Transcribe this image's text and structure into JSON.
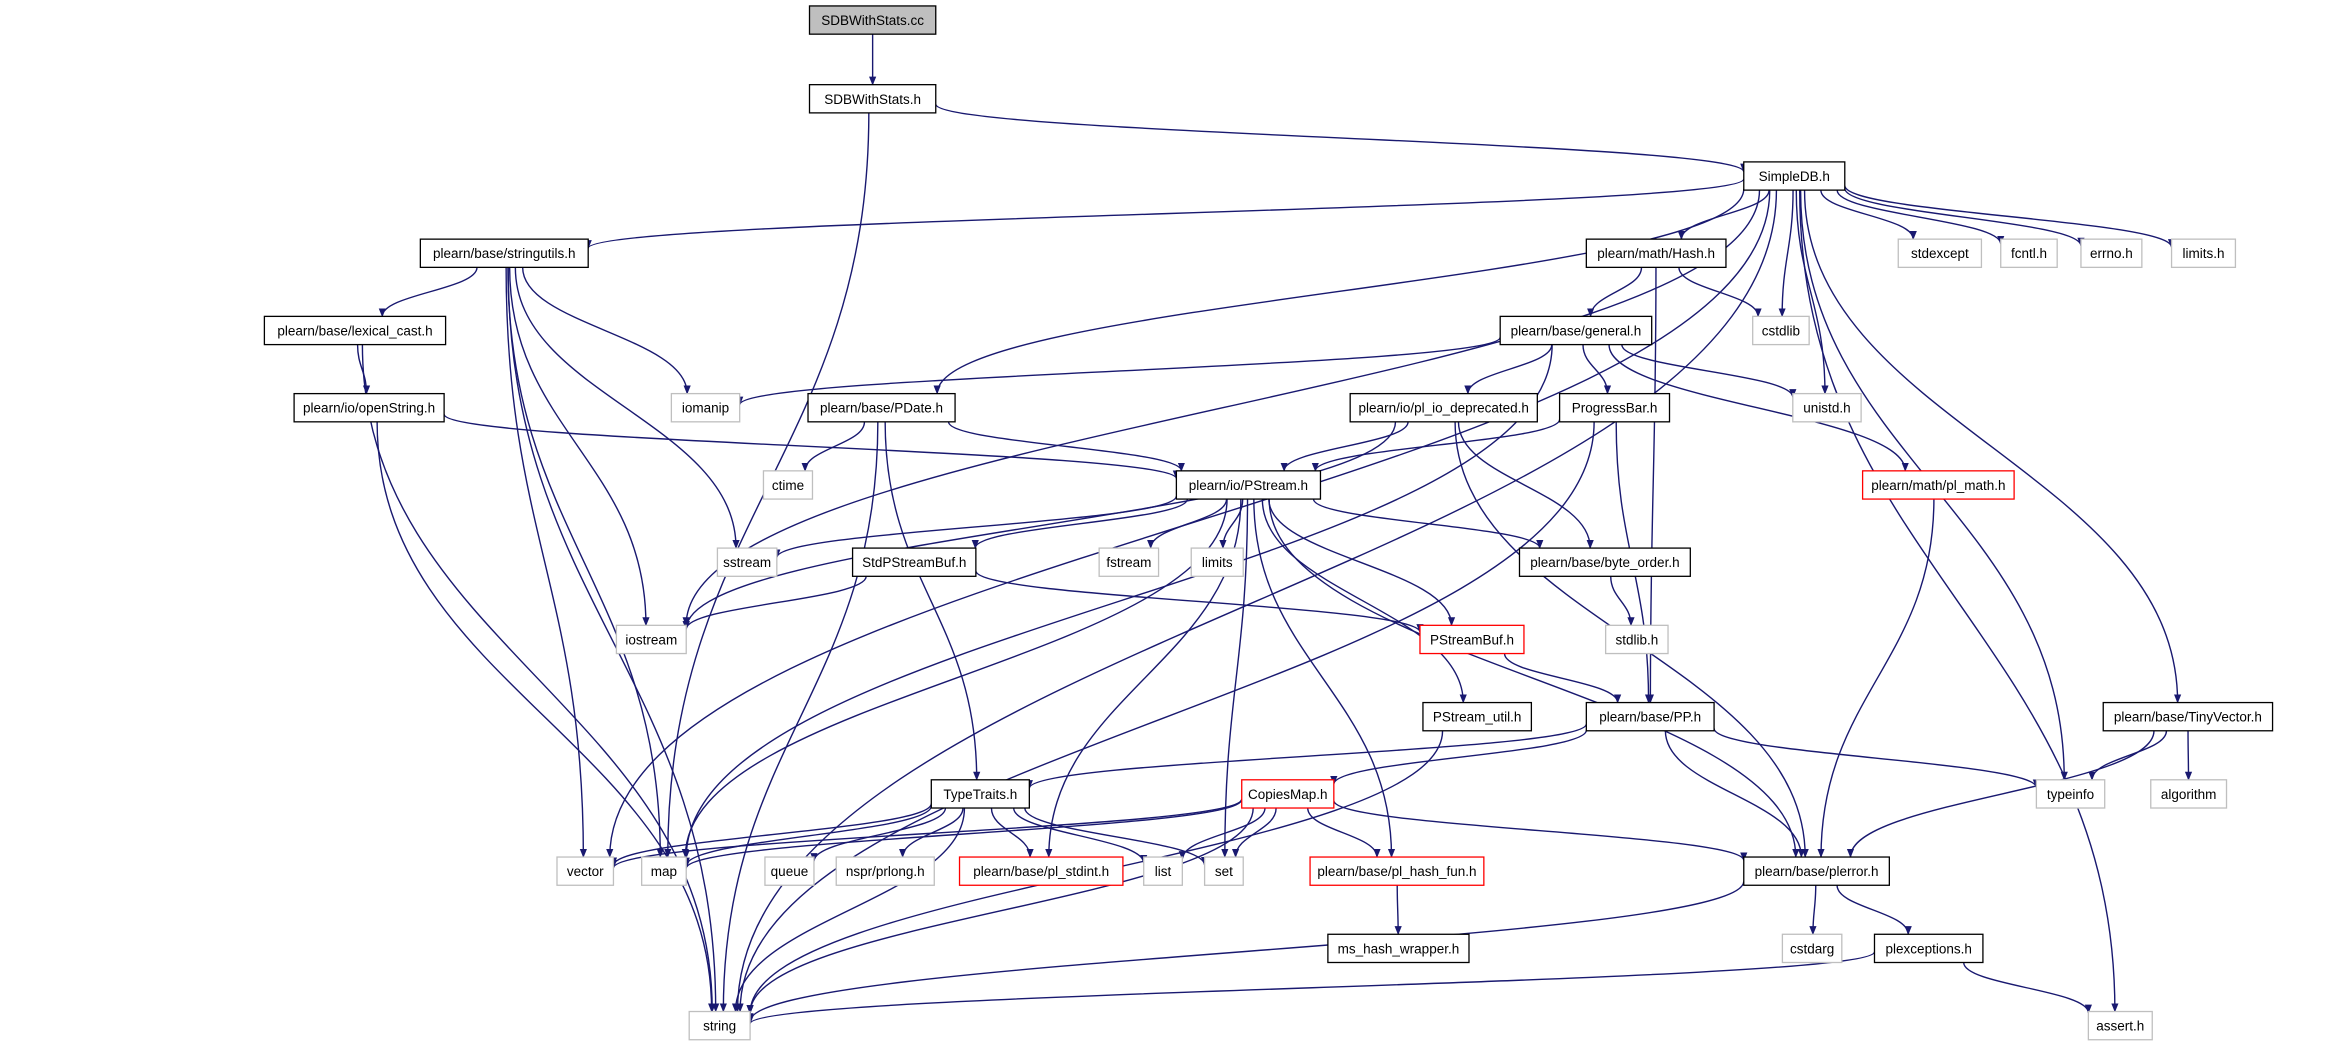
{
  "colors": {
    "edge": "#191970",
    "border_local": "#000000",
    "border_system": "#bfbfbf",
    "border_truncated": "#ff0000",
    "root_fill": "#bfbfbf",
    "node_fill": "#ffffff"
  },
  "nodes": [
    {
      "id": "sdbwithstats_cc",
      "label": "SDBWithStats.cc",
      "kind": "root"
    },
    {
      "id": "sdbwithstats_h",
      "label": "SDBWithStats.h",
      "kind": "local"
    },
    {
      "id": "simpledb_h",
      "label": "SimpleDB.h",
      "kind": "local"
    },
    {
      "id": "stringutils_h",
      "label": "plearn/base/stringutils.h",
      "kind": "local"
    },
    {
      "id": "lexical_cast_h",
      "label": "plearn/base/lexical_cast.h",
      "kind": "local"
    },
    {
      "id": "openstring_h",
      "label": "plearn/io/openString.h",
      "kind": "local"
    },
    {
      "id": "hash_h",
      "label": "plearn/math/Hash.h",
      "kind": "local"
    },
    {
      "id": "general_h",
      "label": "plearn/base/general.h",
      "kind": "local"
    },
    {
      "id": "pdate_h",
      "label": "plearn/base/PDate.h",
      "kind": "local"
    },
    {
      "id": "pl_io_deprecated_h",
      "label": "plearn/io/pl_io_deprecated.h",
      "kind": "local"
    },
    {
      "id": "progressbar_h",
      "label": "ProgressBar.h",
      "kind": "local"
    },
    {
      "id": "pl_math_h",
      "label": "plearn/math/pl_math.h",
      "kind": "truncated"
    },
    {
      "id": "pstream_h",
      "label": "plearn/io/PStream.h",
      "kind": "local"
    },
    {
      "id": "stdpstreambuf_h",
      "label": "StdPStreamBuf.h",
      "kind": "local"
    },
    {
      "id": "byte_order_h",
      "label": "plearn/base/byte_order.h",
      "kind": "local"
    },
    {
      "id": "pstreambuf_h",
      "label": "PStreamBuf.h",
      "kind": "truncated"
    },
    {
      "id": "pstream_util_h",
      "label": "PStream_util.h",
      "kind": "local"
    },
    {
      "id": "pp_h",
      "label": "plearn/base/PP.h",
      "kind": "local"
    },
    {
      "id": "tinyvector_h",
      "label": "plearn/base/TinyVector.h",
      "kind": "local"
    },
    {
      "id": "typetraits_h",
      "label": "TypeTraits.h",
      "kind": "local"
    },
    {
      "id": "copiesmap_h",
      "label": "CopiesMap.h",
      "kind": "truncated"
    },
    {
      "id": "pl_stdint_h",
      "label": "plearn/base/pl_stdint.h",
      "kind": "truncated"
    },
    {
      "id": "pl_hash_fun_h",
      "label": "plearn/base/pl_hash_fun.h",
      "kind": "truncated"
    },
    {
      "id": "ms_hash_wrapper_h",
      "label": "ms_hash_wrapper.h",
      "kind": "local"
    },
    {
      "id": "plerror_h",
      "label": "plearn/base/plerror.h",
      "kind": "local"
    },
    {
      "id": "plexceptions_h",
      "label": "plexceptions.h",
      "kind": "local"
    },
    {
      "id": "stdexcept",
      "label": "stdexcept",
      "kind": "system"
    },
    {
      "id": "fcntl_h",
      "label": "fcntl.h",
      "kind": "system"
    },
    {
      "id": "errno_h",
      "label": "errno.h",
      "kind": "system"
    },
    {
      "id": "limits_h",
      "label": "limits.h",
      "kind": "system"
    },
    {
      "id": "cstdlib",
      "label": "cstdlib",
      "kind": "system"
    },
    {
      "id": "iomanip",
      "label": "iomanip",
      "kind": "system"
    },
    {
      "id": "unistd_h",
      "label": "unistd.h",
      "kind": "system"
    },
    {
      "id": "ctime",
      "label": "ctime",
      "kind": "system"
    },
    {
      "id": "sstream",
      "label": "sstream",
      "kind": "system"
    },
    {
      "id": "fstream",
      "label": "fstream",
      "kind": "system"
    },
    {
      "id": "limits",
      "label": "limits",
      "kind": "system"
    },
    {
      "id": "iostream",
      "label": "iostream",
      "kind": "system"
    },
    {
      "id": "stdlib_h",
      "label": "stdlib.h",
      "kind": "system"
    },
    {
      "id": "typeinfo",
      "label": "typeinfo",
      "kind": "system"
    },
    {
      "id": "algorithm",
      "label": "algorithm",
      "kind": "system"
    },
    {
      "id": "vector",
      "label": "vector",
      "kind": "system"
    },
    {
      "id": "map",
      "label": "map",
      "kind": "system"
    },
    {
      "id": "queue",
      "label": "queue",
      "kind": "system"
    },
    {
      "id": "nspr_prlong_h",
      "label": "nspr/prlong.h",
      "kind": "system"
    },
    {
      "id": "list",
      "label": "list",
      "kind": "system"
    },
    {
      "id": "set",
      "label": "set",
      "kind": "system"
    },
    {
      "id": "cstdarg",
      "label": "cstdarg",
      "kind": "system"
    },
    {
      "id": "string",
      "label": "string",
      "kind": "system"
    },
    {
      "id": "assert_h",
      "label": "assert.h",
      "kind": "system"
    }
  ],
  "edges": [
    [
      "sdbwithstats_cc",
      "sdbwithstats_h"
    ],
    [
      "sdbwithstats_h",
      "simpledb_h"
    ],
    [
      "sdbwithstats_h",
      "map"
    ],
    [
      "simpledb_h",
      "stringutils_h"
    ],
    [
      "simpledb_h",
      "hash_h"
    ],
    [
      "simpledb_h",
      "pdate_h"
    ],
    [
      "simpledb_h",
      "iostream"
    ],
    [
      "simpledb_h",
      "string"
    ],
    [
      "simpledb_h",
      "vector"
    ],
    [
      "simpledb_h",
      "stdexcept"
    ],
    [
      "simpledb_h",
      "fcntl_h"
    ],
    [
      "simpledb_h",
      "errno_h"
    ],
    [
      "simpledb_h",
      "limits_h"
    ],
    [
      "simpledb_h",
      "cstdlib"
    ],
    [
      "simpledb_h",
      "unistd_h"
    ],
    [
      "simpledb_h",
      "typeinfo"
    ],
    [
      "simpledb_h",
      "tinyvector_h"
    ],
    [
      "simpledb_h",
      "assert_h"
    ],
    [
      "stringutils_h",
      "lexical_cast_h"
    ],
    [
      "stringutils_h",
      "iomanip"
    ],
    [
      "stringutils_h",
      "sstream"
    ],
    [
      "stringutils_h",
      "iostream"
    ],
    [
      "stringutils_h",
      "map"
    ],
    [
      "stringutils_h",
      "vector"
    ],
    [
      "stringutils_h",
      "string"
    ],
    [
      "lexical_cast_h",
      "openstring_h"
    ],
    [
      "lexical_cast_h",
      "string"
    ],
    [
      "openstring_h",
      "pstream_h"
    ],
    [
      "openstring_h",
      "string"
    ],
    [
      "hash_h",
      "general_h"
    ],
    [
      "hash_h",
      "cstdlib"
    ],
    [
      "hash_h",
      "pp_h"
    ],
    [
      "general_h",
      "iomanip"
    ],
    [
      "general_h",
      "map"
    ],
    [
      "general_h",
      "pl_io_deprecated_h"
    ],
    [
      "general_h",
      "progressbar_h"
    ],
    [
      "general_h",
      "unistd_h"
    ],
    [
      "general_h",
      "pl_math_h"
    ],
    [
      "pdate_h",
      "ctime"
    ],
    [
      "pdate_h",
      "pstream_h"
    ],
    [
      "pdate_h",
      "typetraits_h"
    ],
    [
      "pdate_h",
      "string"
    ],
    [
      "pl_io_deprecated_h",
      "pstream_h"
    ],
    [
      "pl_io_deprecated_h",
      "iostream"
    ],
    [
      "pl_io_deprecated_h",
      "byte_order_h"
    ],
    [
      "pl_io_deprecated_h",
      "plerror_h"
    ],
    [
      "progressbar_h",
      "pstream_h"
    ],
    [
      "progressbar_h",
      "pp_h"
    ],
    [
      "progressbar_h",
      "string"
    ],
    [
      "pl_math_h",
      "plerror_h"
    ],
    [
      "pstream_h",
      "sstream"
    ],
    [
      "pstream_h",
      "stdpstreambuf_h"
    ],
    [
      "pstream_h",
      "fstream"
    ],
    [
      "pstream_h",
      "limits"
    ],
    [
      "pstream_h",
      "byte_order_h"
    ],
    [
      "pstream_h",
      "pstreambuf_h"
    ],
    [
      "pstream_h",
      "pstream_util_h"
    ],
    [
      "pstream_h",
      "map"
    ],
    [
      "pstream_h",
      "pl_stdint_h"
    ],
    [
      "pstream_h",
      "set"
    ],
    [
      "pstream_h",
      "pl_hash_fun_h"
    ],
    [
      "pstream_h",
      "plerror_h"
    ],
    [
      "stdpstreambuf_h",
      "iostream"
    ],
    [
      "stdpstreambuf_h",
      "pstreambuf_h"
    ],
    [
      "byte_order_h",
      "stdlib_h"
    ],
    [
      "pstreambuf_h",
      "pp_h"
    ],
    [
      "pstream_util_h",
      "string"
    ],
    [
      "pp_h",
      "typetraits_h"
    ],
    [
      "pp_h",
      "copiesmap_h"
    ],
    [
      "pp_h",
      "typeinfo"
    ],
    [
      "pp_h",
      "plerror_h"
    ],
    [
      "tinyvector_h",
      "typeinfo"
    ],
    [
      "tinyvector_h",
      "algorithm"
    ],
    [
      "tinyvector_h",
      "plerror_h"
    ],
    [
      "typetraits_h",
      "vector"
    ],
    [
      "typetraits_h",
      "map"
    ],
    [
      "typetraits_h",
      "queue"
    ],
    [
      "typetraits_h",
      "nspr_prlong_h"
    ],
    [
      "typetraits_h",
      "pl_stdint_h"
    ],
    [
      "typetraits_h",
      "list"
    ],
    [
      "typetraits_h",
      "set"
    ],
    [
      "typetraits_h",
      "string"
    ],
    [
      "copiesmap_h",
      "map"
    ],
    [
      "copiesmap_h",
      "vector"
    ],
    [
      "copiesmap_h",
      "list"
    ],
    [
      "copiesmap_h",
      "set"
    ],
    [
      "copiesmap_h",
      "pl_hash_fun_h"
    ],
    [
      "copiesmap_h",
      "plerror_h"
    ],
    [
      "copiesmap_h",
      "string"
    ],
    [
      "pl_hash_fun_h",
      "ms_hash_wrapper_h"
    ],
    [
      "plerror_h",
      "cstdarg"
    ],
    [
      "plerror_h",
      "plexceptions_h"
    ],
    [
      "plerror_h",
      "string"
    ],
    [
      "plexceptions_h",
      "string"
    ],
    [
      "plexceptions_h",
      "assert_h"
    ]
  ]
}
